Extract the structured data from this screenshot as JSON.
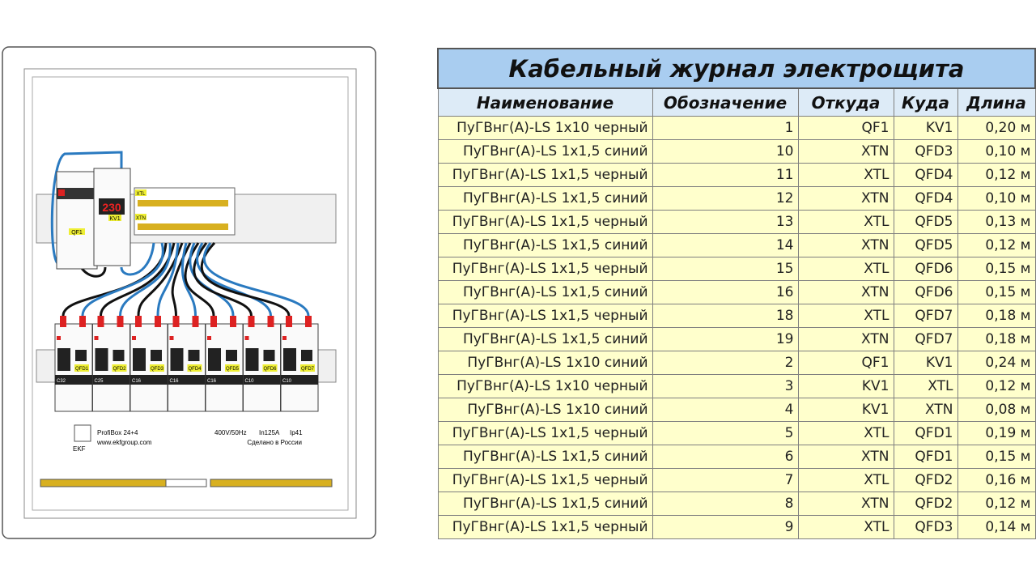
{
  "diagram": {
    "labels": {
      "qf1": "QF1",
      "kv1": "KV1",
      "xtl": "XTL",
      "xtn": "XTN",
      "display": "230"
    },
    "breakers": [
      {
        "id": "QFD1",
        "rating": "C32"
      },
      {
        "id": "QFD2",
        "rating": "C25"
      },
      {
        "id": "QFD3",
        "rating": "C16"
      },
      {
        "id": "QFD4",
        "rating": "C16"
      },
      {
        "id": "QFD5",
        "rating": "C16"
      },
      {
        "id": "QFD6",
        "rating": "C10"
      },
      {
        "id": "QFD7",
        "rating": "C10"
      }
    ],
    "nameplate": {
      "model": "ProfiBox 24+4",
      "site": "www.ekfgroup.com",
      "specs": "400V/50Hz",
      "current": "In125A",
      "ip": "Ip41",
      "made": "Сделано в России",
      "brand": "EKF"
    }
  },
  "journal": {
    "title": "Кабельный журнал электрощита",
    "columns": [
      "Наименование",
      "Обозначение",
      "Откуда",
      "Куда",
      "Длина"
    ],
    "rows": [
      [
        "ПуГВнг(А)-LS 1х10 черный",
        "1",
        "QF1",
        "KV1",
        "0,20 м"
      ],
      [
        "ПуГВнг(А)-LS 1х1,5 синий",
        "10",
        "XTN",
        "QFD3",
        "0,10 м"
      ],
      [
        "ПуГВнг(А)-LS 1х1,5 черный",
        "11",
        "XTL",
        "QFD4",
        "0,12 м"
      ],
      [
        "ПуГВнг(А)-LS 1х1,5 синий",
        "12",
        "XTN",
        "QFD4",
        "0,10 м"
      ],
      [
        "ПуГВнг(А)-LS 1х1,5 черный",
        "13",
        "XTL",
        "QFD5",
        "0,13 м"
      ],
      [
        "ПуГВнг(А)-LS 1х1,5 синий",
        "14",
        "XTN",
        "QFD5",
        "0,12 м"
      ],
      [
        "ПуГВнг(А)-LS 1х1,5 черный",
        "15",
        "XTL",
        "QFD6",
        "0,15 м"
      ],
      [
        "ПуГВнг(А)-LS 1х1,5 синий",
        "16",
        "XTN",
        "QFD6",
        "0,15 м"
      ],
      [
        "ПуГВнг(А)-LS 1х1,5 черный",
        "18",
        "XTL",
        "QFD7",
        "0,18 м"
      ],
      [
        "ПуГВнг(А)-LS 1х1,5 синий",
        "19",
        "XTN",
        "QFD7",
        "0,18 м"
      ],
      [
        "ПуГВнг(А)-LS 1х10 синий",
        "2",
        "QF1",
        "KV1",
        "0,24 м"
      ],
      [
        "ПуГВнг(А)-LS 1х10 черный",
        "3",
        "KV1",
        "XTL",
        "0,12 м"
      ],
      [
        "ПуГВнг(А)-LS 1х10 синий",
        "4",
        "KV1",
        "XTN",
        "0,08 м"
      ],
      [
        "ПуГВнг(А)-LS 1х1,5 черный",
        "5",
        "XTL",
        "QFD1",
        "0,19 м"
      ],
      [
        "ПуГВнг(А)-LS 1х1,5 синий",
        "6",
        "XTN",
        "QFD1",
        "0,15 м"
      ],
      [
        "ПуГВнг(А)-LS 1х1,5 черный",
        "7",
        "XTL",
        "QFD2",
        "0,16 м"
      ],
      [
        "ПуГВнг(А)-LS 1х1,5 синий",
        "8",
        "XTN",
        "QFD2",
        "0,12 м"
      ],
      [
        "ПуГВнг(А)-LS 1х1,5 черный",
        "9",
        "XTL",
        "QFD3",
        "0,14 м"
      ]
    ]
  }
}
